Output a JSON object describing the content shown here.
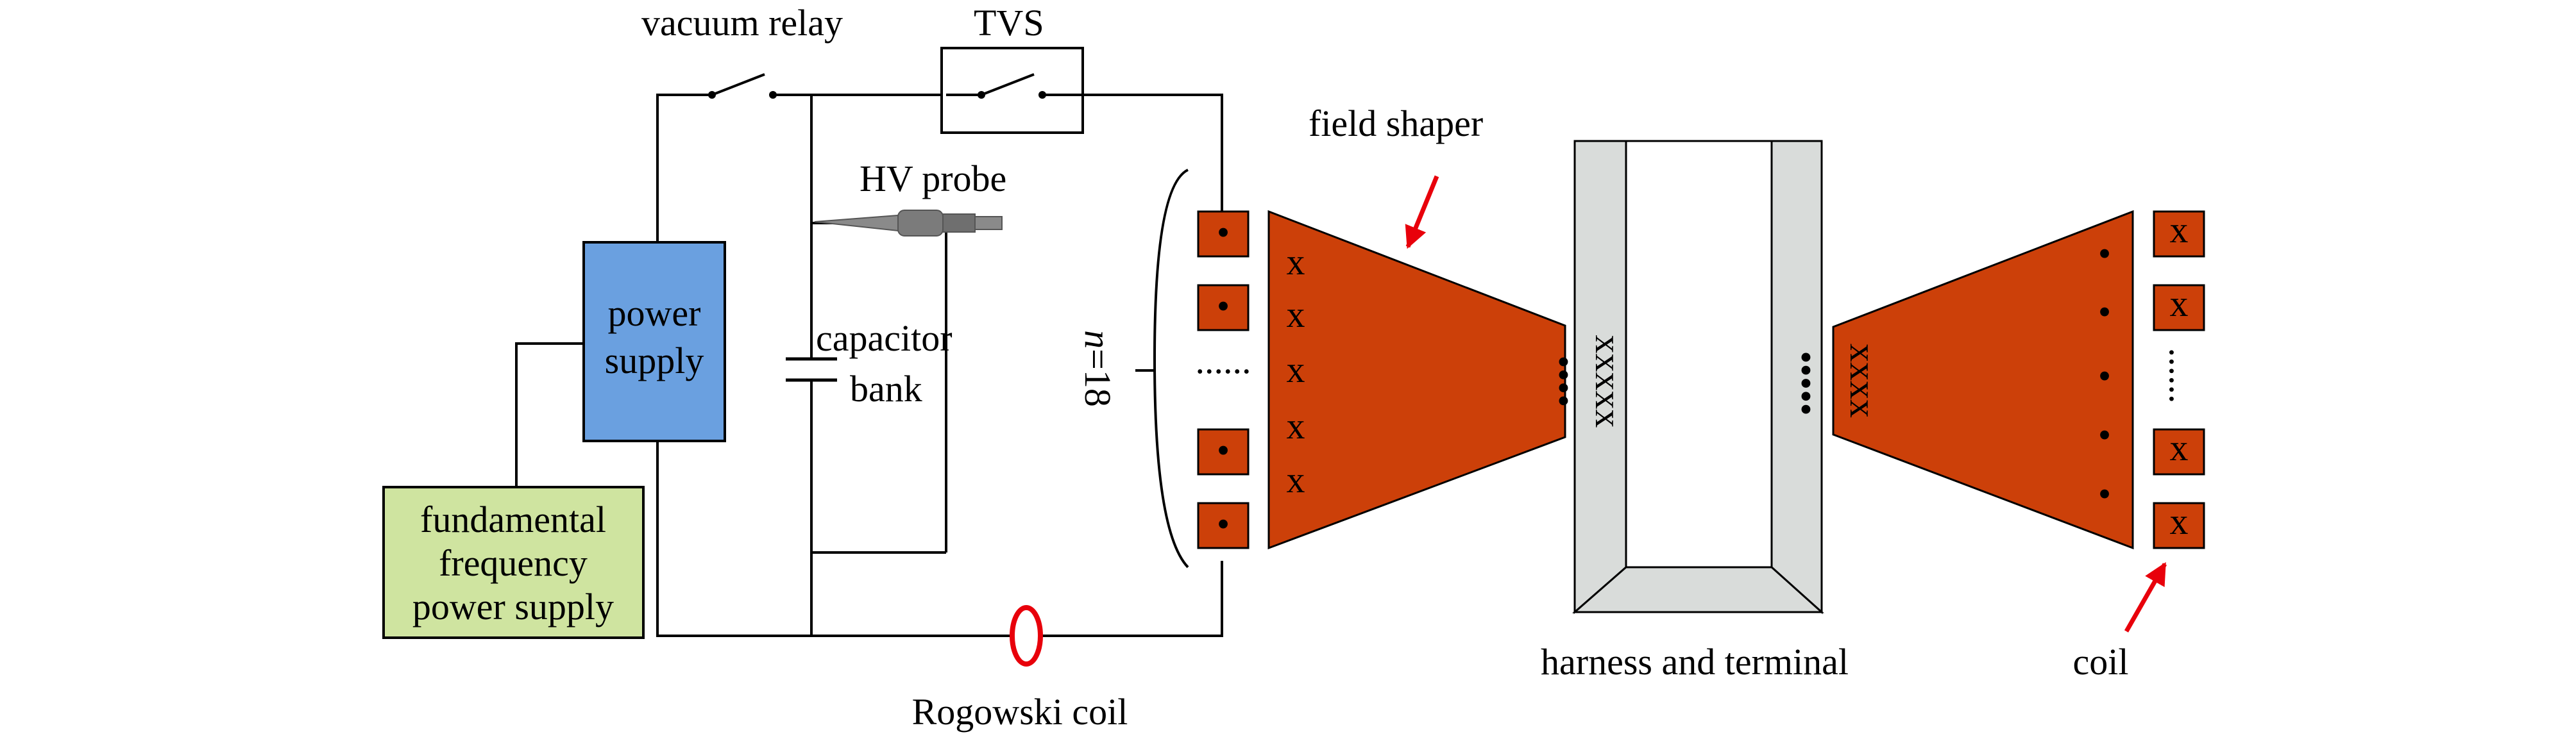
{
  "labels": {
    "vacuum_relay": "vacuum relay",
    "tvs": "TVS",
    "hv_probe": "HV probe",
    "field_shaper": "field shaper",
    "capacitor_bank_line1": "capacitor",
    "capacitor_bank_line2": "bank",
    "power_supply_line1": "power",
    "power_supply_line2": "supply",
    "fundamental_line1": "fundamental",
    "fundamental_line2": "frequency",
    "fundamental_line3": "power supply",
    "n_label_n": "n",
    "n_label_rest": "=18",
    "rogowski_coil": "Rogowski coil",
    "harness_and_terminal": "harness and terminal",
    "coil": "coil"
  },
  "marks": {
    "cross": "x",
    "left_coil_column": [
      "•",
      "•",
      "......",
      "•",
      "•"
    ],
    "right_coil_column": [
      "x",
      "x",
      "......",
      "x",
      "x"
    ],
    "field_shaper_left_crosses": [
      "x",
      "x",
      "x",
      "x",
      "x"
    ],
    "field_shaper_left_dots": "••••",
    "harness_left": "xxxxx",
    "harness_right": "•••••",
    "field_shaper_right_crosses": "xxxx",
    "field_shaper_right_dots": [
      "•",
      "•",
      "•",
      "•",
      "•"
    ]
  },
  "colors": {
    "copper": "#cc4009",
    "power_supply_fill": "#6aa0e0",
    "fundamental_fill": "#cfe4a0",
    "harness_fill": "#d9dcda",
    "arrow_red": "#e8000b",
    "rogowski_red": "#e8000b"
  }
}
